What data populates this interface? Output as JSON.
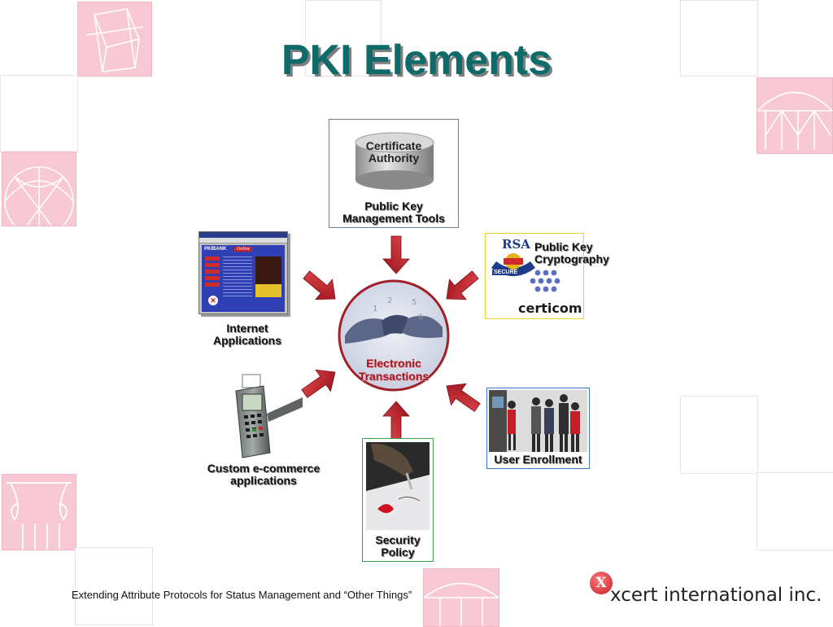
{
  "slide": {
    "title": "PKI Elements",
    "footer": "Extending Attribute Protocols for Status Management and “Other Things”",
    "company": "xcert international inc.",
    "logo_letter": "X"
  },
  "diagram": {
    "center": "Electronic Transactions",
    "center_line1": "Electronic",
    "center_line2": "Transactions",
    "nodes": {
      "ca": {
        "cylinder_line1": "Certificate",
        "cylinder_line2": "Authority",
        "label_line1": "Public Key",
        "label_line2": "Management Tools"
      },
      "crypto": {
        "label_line1": "Public Key",
        "label_line2": "Cryptography",
        "rsa": "RSA",
        "secure": "SECURE",
        "certicom": "certicom"
      },
      "internet": {
        "label_line1": "Internet",
        "label_line2": "Applications",
        "browser_brand": "PKIBANK",
        "browser_sub": "Online"
      },
      "ecommerce": {
        "label_line1": "Custom e-commerce",
        "label_line2": "applications"
      },
      "enrollment": {
        "label": "User Enrollment"
      },
      "policy": {
        "label_line1": "Security",
        "label_line2": "Policy"
      }
    }
  },
  "colors": {
    "title": "#0f6b6a",
    "arrow": "#c41e28",
    "tile_pink": "#f8c9d4",
    "ca_border": "#6f8096",
    "crypto_border": "#e8d22a",
    "enroll_border": "#3b78c4",
    "policy_border": "#3aa04a"
  }
}
